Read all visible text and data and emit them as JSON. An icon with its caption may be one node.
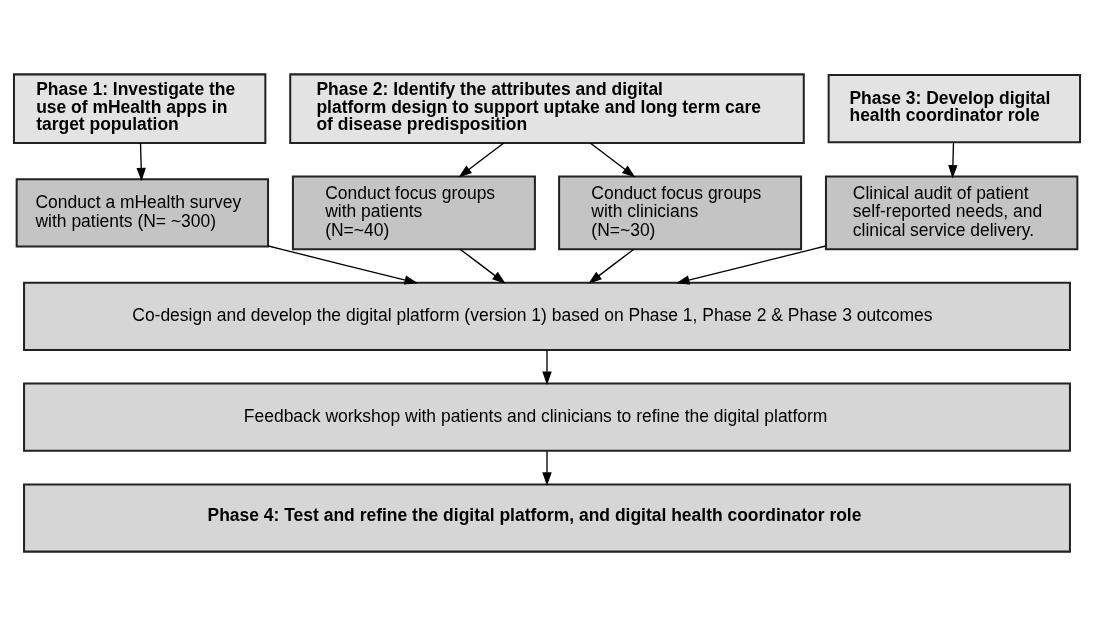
{
  "diagram": {
    "nodes": [
      {
        "text": [
          "Phase 1: Investigate the use of mHealth apps in target population"
        ]
      },
      {
        "text": [
          "Phase 2: Identify the attributes and digital platform design to support uptake and long term care of disease predisposition"
        ]
      },
      {
        "text": [
          "Phase 3: Develop digital health coordinator role"
        ]
      },
      {
        "text": [
          "Conduct a mHealth survey with patients (N= ~300)"
        ]
      },
      {
        "text": [
          "Conduct focus groups with patients (N=~40)"
        ]
      },
      {
        "text": [
          "Conduct focus groups with clinicians (N=~30)"
        ]
      },
      {
        "text": [
          "Clinical audit of patient self-reported needs, and clinical service delivery."
        ]
      },
      {
        "text": [
          "Co-design and develop the digital platform (version 1) based on Phase 1, Phase 2 & Phase 3 outcomes"
        ]
      },
      {
        "text": [
          "Feedback workshop with patients and clinicians to refine the digital platform"
        ]
      },
      {
        "text": [
          "Phase 4: Test and refine the digital platform, and digital health coordinator role"
        ]
      }
    ],
    "edges": [
      {
        "from": 0,
        "to": 3,
        "arrow": "to"
      },
      {
        "from": 1,
        "to": 4,
        "arrow": "to"
      },
      {
        "from": 1,
        "to": 5,
        "arrow": "to"
      },
      {
        "from": 2,
        "to": 6,
        "arrow": "to"
      },
      {
        "from": 3,
        "to": 7,
        "arrow": "to"
      },
      {
        "from": 4,
        "to": 7,
        "arrow": "to"
      },
      {
        "from": 5,
        "to": 7,
        "arrow": "to"
      },
      {
        "from": 6,
        "to": 7,
        "arrow": "to"
      },
      {
        "from": 7,
        "to": 8,
        "arrow": "to"
      },
      {
        "from": 8,
        "to": 9,
        "arrow": "to"
      }
    ]
  }
}
